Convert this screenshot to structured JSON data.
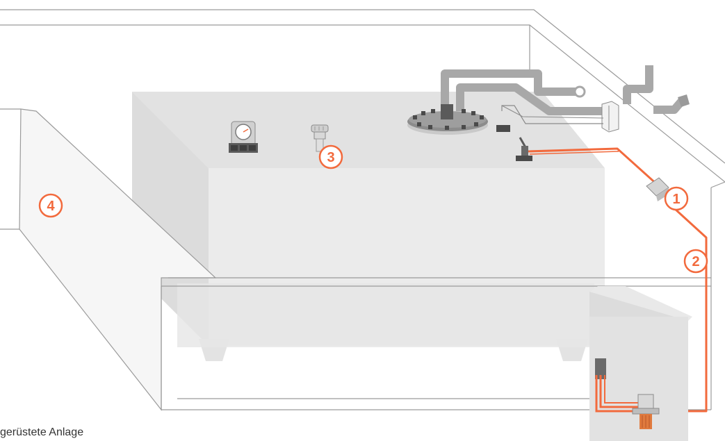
{
  "diagram": {
    "markers": [
      {
        "id": "1",
        "label": "1"
      },
      {
        "id": "2",
        "label": "2"
      },
      {
        "id": "3",
        "label": "3"
      },
      {
        "id": "4",
        "label": "4"
      }
    ],
    "caption": "gerüstete Anlage",
    "colors": {
      "accent": "#f26a3d",
      "outline": "#9a9a9a",
      "tank_top": "#e2e2e2",
      "tank_front": "#ebebeb",
      "tank_side": "#dcdcdc",
      "pipe": "#a8a8a8",
      "device_dark": "#5a5a5a"
    },
    "icons": [
      "pressure-gauge-icon",
      "vent-valve-icon",
      "manhole-flange-icon",
      "shutoff-valve-icon",
      "oil-filter-icon",
      "boiler-icon",
      "pump-icon"
    ]
  }
}
